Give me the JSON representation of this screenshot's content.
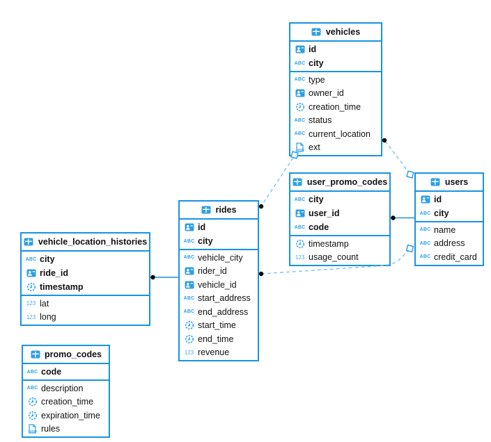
{
  "diagram_type": "entity-relationship",
  "icons": {
    "string_label": "ABC",
    "number_label": "123",
    "json_label": "JSON"
  },
  "colors": {
    "accent_blue": "#1793e3",
    "icon_blue": "#2e9fe8",
    "dashed_line": "#7fc3ee",
    "endpoint_dot": "#000000",
    "background": "#ffffff",
    "text": "#111111"
  },
  "tables": {
    "vehicles": {
      "title": "vehicles",
      "pk": [
        {
          "name": "id",
          "type": "id"
        },
        {
          "name": "city",
          "type": "string"
        }
      ],
      "fields": [
        {
          "name": "type",
          "type": "string"
        },
        {
          "name": "owner_id",
          "type": "id"
        },
        {
          "name": "creation_time",
          "type": "timestamp"
        },
        {
          "name": "status",
          "type": "string"
        },
        {
          "name": "current_location",
          "type": "string"
        },
        {
          "name": "ext",
          "type": "json"
        }
      ]
    },
    "user_promo_codes": {
      "title": "user_promo_codes",
      "pk": [
        {
          "name": "city",
          "type": "string"
        },
        {
          "name": "user_id",
          "type": "id"
        },
        {
          "name": "code",
          "type": "string"
        }
      ],
      "fields": [
        {
          "name": "timestamp",
          "type": "timestamp"
        },
        {
          "name": "usage_count",
          "type": "number"
        }
      ]
    },
    "users": {
      "title": "users",
      "pk": [
        {
          "name": "id",
          "type": "id"
        },
        {
          "name": "city",
          "type": "string"
        }
      ],
      "fields": [
        {
          "name": "name",
          "type": "string"
        },
        {
          "name": "address",
          "type": "string"
        },
        {
          "name": "credit_card",
          "type": "string"
        }
      ]
    },
    "rides": {
      "title": "rides",
      "pk": [
        {
          "name": "id",
          "type": "id"
        },
        {
          "name": "city",
          "type": "string"
        }
      ],
      "fields": [
        {
          "name": "vehicle_city",
          "type": "string"
        },
        {
          "name": "rider_id",
          "type": "id"
        },
        {
          "name": "vehicle_id",
          "type": "id"
        },
        {
          "name": "start_address",
          "type": "string"
        },
        {
          "name": "end_address",
          "type": "string"
        },
        {
          "name": "start_time",
          "type": "timestamp"
        },
        {
          "name": "end_time",
          "type": "timestamp"
        },
        {
          "name": "revenue",
          "type": "number"
        }
      ]
    },
    "vehicle_location_histories": {
      "title": "vehicle_location_histories",
      "pk": [
        {
          "name": "city",
          "type": "string"
        },
        {
          "name": "ride_id",
          "type": "id"
        },
        {
          "name": "timestamp",
          "type": "timestamp"
        }
      ],
      "fields": [
        {
          "name": "lat",
          "type": "number"
        },
        {
          "name": "long",
          "type": "number"
        }
      ]
    },
    "promo_codes": {
      "title": "promo_codes",
      "pk": [
        {
          "name": "code",
          "type": "string"
        }
      ],
      "fields": [
        {
          "name": "description",
          "type": "string"
        },
        {
          "name": "creation_time",
          "type": "timestamp"
        },
        {
          "name": "expiration_time",
          "type": "timestamp"
        },
        {
          "name": "rules",
          "type": "json"
        }
      ]
    }
  },
  "relationships": [
    {
      "from": "vehicles",
      "to": "users",
      "style": "dashed"
    },
    {
      "from": "rides",
      "to": "vehicles",
      "style": "dashed"
    },
    {
      "from": "rides",
      "to": "users",
      "style": "dashed"
    },
    {
      "from": "vehicle_location_histories",
      "to": "rides",
      "style": "solid"
    },
    {
      "from": "user_promo_codes",
      "to": "users",
      "style": "solid"
    }
  ]
}
